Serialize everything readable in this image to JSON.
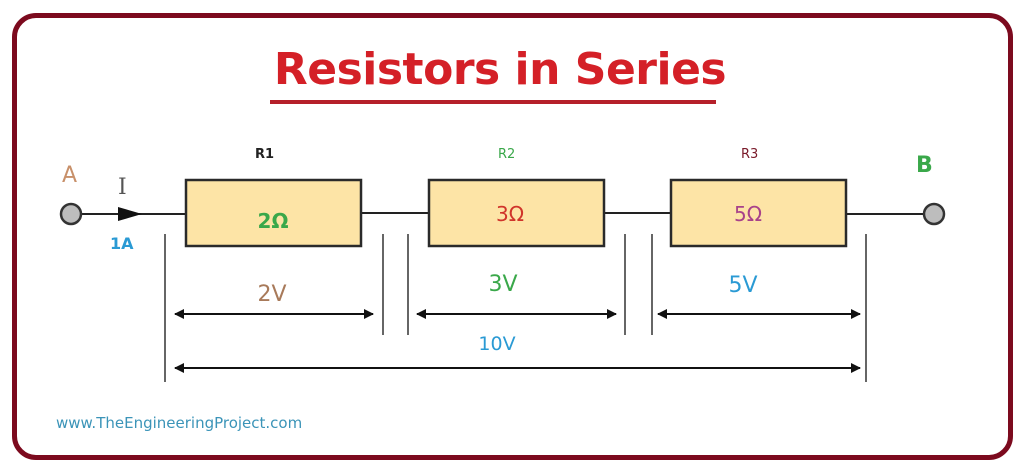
{
  "title": "Resistors in Series",
  "footer": "www.TheEngineeringProject.com",
  "terminals": {
    "a": {
      "label": "A",
      "color": "#c8906a"
    },
    "b": {
      "label": "B",
      "color": "#3aa84a"
    }
  },
  "current": {
    "symbol": "I",
    "value": "1A",
    "symbol_color": "#555555",
    "value_color": "#2a9ad4"
  },
  "resistors": [
    {
      "name": "R1",
      "value": "2Ω",
      "voltage": "2V",
      "name_color": "#222222",
      "value_color": "#3aa84a",
      "voltage_color": "#a87a5a"
    },
    {
      "name": "R2",
      "value": "3Ω",
      "voltage": "3V",
      "name_color": "#3aa84a",
      "value_color": "#d0342a",
      "voltage_color": "#3aa84a"
    },
    {
      "name": "R3",
      "value": "5Ω",
      "voltage": "5V",
      "name_color": "#7a1a2a",
      "value_color": "#a8428a",
      "voltage_color": "#2a9ad4"
    }
  ],
  "total_voltage": {
    "label": "10V",
    "color": "#2a9ad4"
  },
  "colors": {
    "frame": "#7c0a1e",
    "title": "#d42027",
    "resistor_fill": "#fde4a6",
    "wire": "#222222",
    "terminal_fill": "#bdbdbd"
  }
}
